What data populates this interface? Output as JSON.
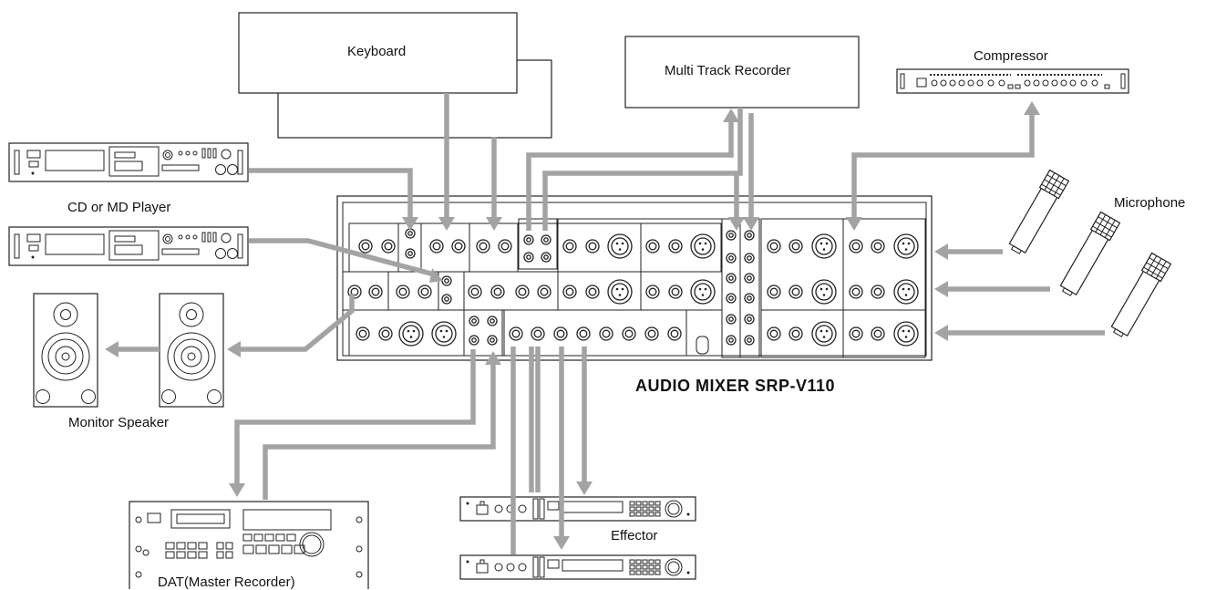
{
  "devices": {
    "keyboard": "Keyboard",
    "multitrack": "Multi Track Recorder",
    "compressor": "Compressor",
    "player": "CD or MD Player",
    "microphone": "Microphone",
    "mixer": "AUDIO MIXER SRP-V110",
    "monitor": "Monitor Speaker",
    "effector": "Effector",
    "dat": "DAT(Master Recorder)"
  },
  "colors": {
    "cable": "#a3a3a3",
    "outline": "#222222",
    "background": "#ffffff"
  },
  "icons": [
    "rack-unit-icon",
    "microphone-icon",
    "speaker-icon",
    "xlr-jack-icon",
    "phone-jack-icon",
    "rca-jack-icon",
    "arrow-icon"
  ]
}
